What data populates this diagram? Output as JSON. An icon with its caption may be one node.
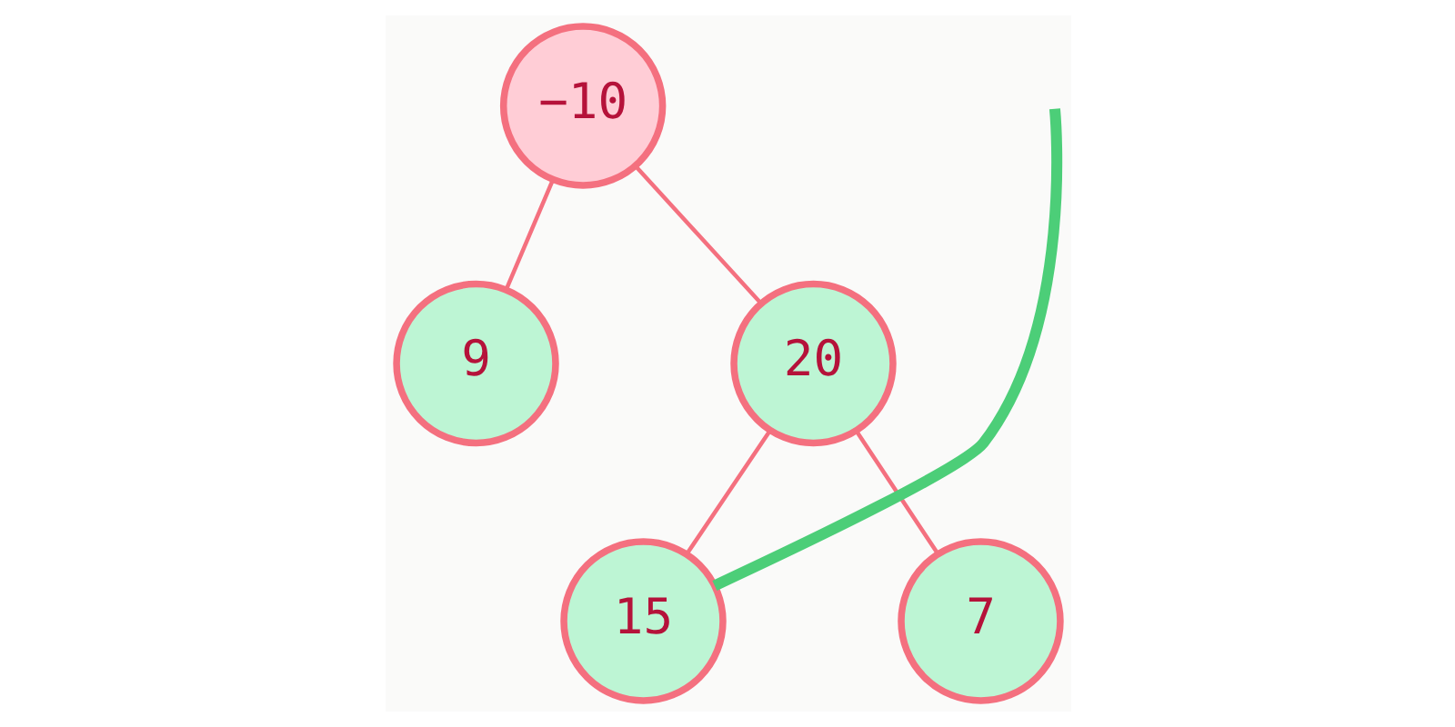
{
  "diagram": {
    "nodes": [
      {
        "text": [
          "−10"
        ]
      },
      {
        "text": [
          "9"
        ]
      },
      {
        "text": [
          "20"
        ]
      },
      {
        "text": [
          "15"
        ]
      },
      {
        "text": [
          "7"
        ]
      }
    ],
    "edges": [
      {
        "from": 0,
        "to": 1,
        "arrow": "none"
      },
      {
        "from": 0,
        "to": 2,
        "arrow": "none"
      },
      {
        "from": 2,
        "to": 3,
        "arrow": "none"
      },
      {
        "from": 2,
        "to": 4,
        "arrow": "none"
      },
      {
        "from": 3,
        "to": null,
        "arrow": "none",
        "style": "thick",
        "color": "#4cce78"
      }
    ]
  }
}
